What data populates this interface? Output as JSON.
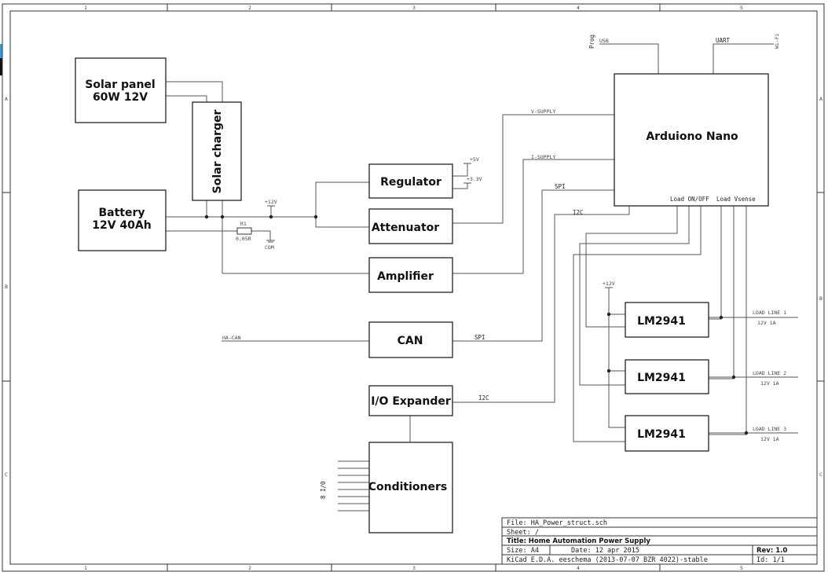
{
  "frame": {
    "col_labels": [
      "1",
      "2",
      "3",
      "4",
      "5"
    ],
    "row_labels": [
      "A",
      "B",
      "C"
    ]
  },
  "blocks": {
    "solar_panel": [
      "Solar panel",
      "60W 12V"
    ],
    "solar_charger": "Solar charger",
    "battery": [
      "Battery",
      "12V 40Ah"
    ],
    "regulator": "Regulator",
    "attenuator": "Attenuator",
    "amplifier": "Amplifier",
    "can": "CAN",
    "io_expander": "I/O Expander",
    "conditioners": "Conditioners",
    "arduino": "Arduiono Nano",
    "lm1": "LM2941",
    "lm2": "LM2941",
    "lm3": "LM2941"
  },
  "nets": {
    "plus12v": "+12V",
    "plus5v": "+5V",
    "plus33v": "+3.3V",
    "r1_ref": "R1",
    "r1_val": "0.05R",
    "com": "COM",
    "v_supply": "V-SUPPLY",
    "i_supply": "I-SUPPLY",
    "spi_top": "SPI",
    "i2c_top": "I2C",
    "spi_can": "SPI",
    "i2c_io": "I2C",
    "ha_can": "HA-CAN",
    "prog": "Prog",
    "usb": "USB",
    "uart": "UART",
    "wifi": "Wi-Fi",
    "load_onoff": "Load ON/OFF",
    "load_vsense": "Load Vsense",
    "lm_12v": "+12V",
    "io8": "8 I/O",
    "load_line_1": "LOAD LINE 1",
    "load_line_2": "LOAD LINE 2",
    "load_line_3": "LOAD LINE 3",
    "load_amp_1": "12V 1A",
    "load_amp_2": "12V 1A",
    "load_amp_3": "12V 1A"
  },
  "title_block": {
    "file": "File: HA_Power_struct.sch",
    "sheet": "Sheet: /",
    "title": "Title: Home Automation Power Supply",
    "size": "Size: A4",
    "date": "Date: 12 apr 2015",
    "rev": "Rev: 1.0",
    "tool": "KiCad E.D.A.  eeschema (2013-07-07 BZR 4022)-stable",
    "id": "Id: 1/1"
  }
}
